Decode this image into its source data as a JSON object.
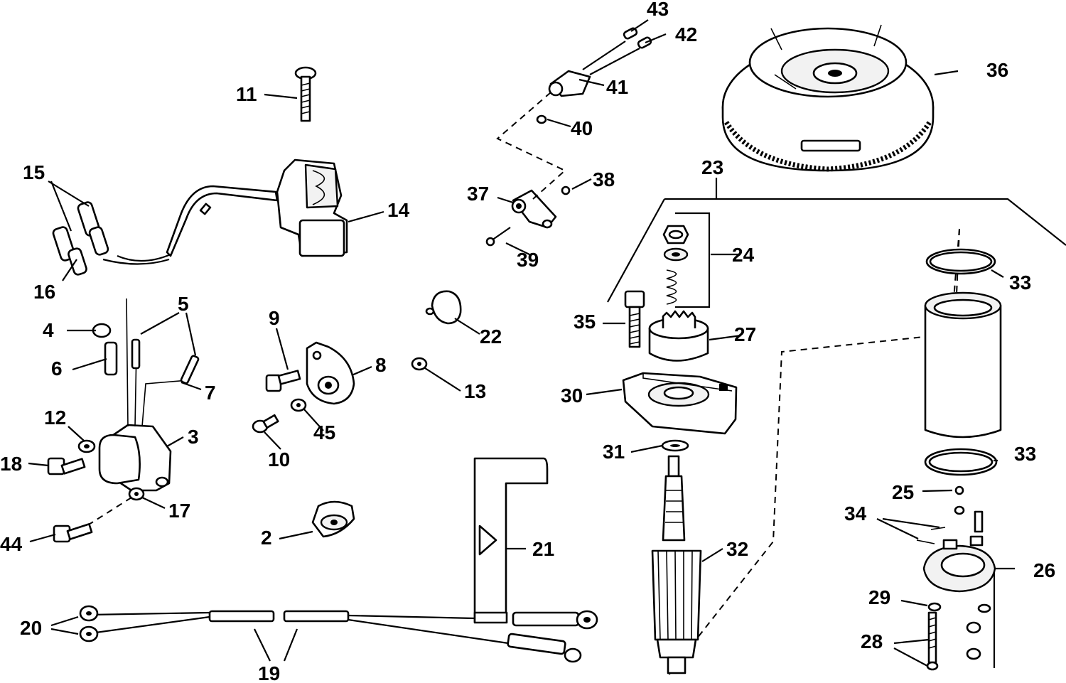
{
  "diagram": {
    "part_numbers": {
      "p2": "2",
      "p3": "3",
      "p4": "4",
      "p5": "5",
      "p6": "6",
      "p7": "7",
      "p8": "8",
      "p9": "9",
      "p10": "10",
      "p11": "11",
      "p12": "12",
      "p13": "13",
      "p14": "14",
      "p15": "15",
      "p16": "16",
      "p17": "17",
      "p18": "18",
      "p19": "19",
      "p20": "20",
      "p21": "21",
      "p22": "22",
      "p23": "23",
      "p24": "24",
      "p25": "25",
      "p26": "26",
      "p27": "27",
      "p28": "28",
      "p29": "29",
      "p30": "30",
      "p31": "31",
      "p32": "32",
      "p33a": "33",
      "p33b": "33",
      "p34": "34",
      "p35": "35",
      "p36": "36",
      "p37": "37",
      "p38": "38",
      "p39": "39",
      "p40": "40",
      "p41": "41",
      "p42": "42",
      "p43": "43",
      "p44": "44",
      "p45": "45"
    }
  }
}
